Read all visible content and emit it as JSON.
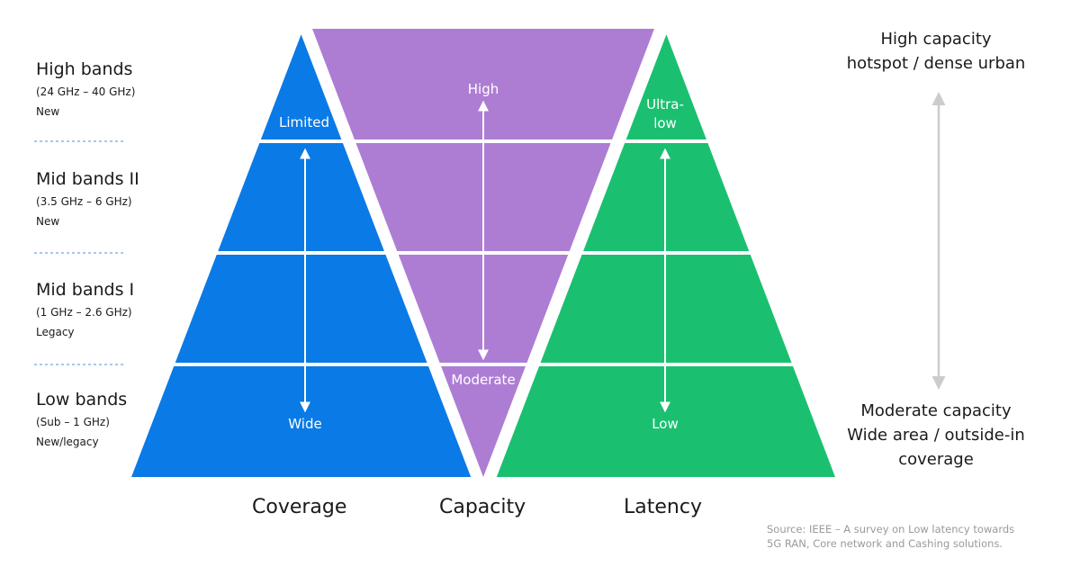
{
  "bands": [
    {
      "name": "High bands",
      "range": "(24 GHz – 40 GHz)",
      "status": "New"
    },
    {
      "name": "Mid bands II",
      "range": "(3.5 GHz – 6 GHz)",
      "status": "New"
    },
    {
      "name": "Mid bands I",
      "range": "(1 GHz – 2.6 GHz)",
      "status": "Legacy"
    },
    {
      "name": "Low bands",
      "range": "(Sub – 1 GHz)",
      "status": "New/legacy"
    }
  ],
  "coverage": {
    "title": "Coverage",
    "top": "Limited",
    "bottom": "Wide",
    "color": "#0a7ae6"
  },
  "capacity": {
    "title": "Capacity",
    "top": "High",
    "bottom": "Moderate",
    "color": "#ad7dd4"
  },
  "latency": {
    "title": "Latency",
    "top_line1": "Ultra-",
    "top_line2": "low",
    "bottom": "Low",
    "color": "#1ac070"
  },
  "right": {
    "top_line1": "High capacity",
    "top_line2": "hotspot / dense urban",
    "bottom_line1": "Moderate capacity",
    "bottom_line2": "Wide area / outside-in",
    "bottom_line3": "coverage"
  },
  "source": {
    "line1": "Source: IEEE – A survey on Low latency towards",
    "line2": "5G RAN, Core network and Cashing solutions."
  }
}
